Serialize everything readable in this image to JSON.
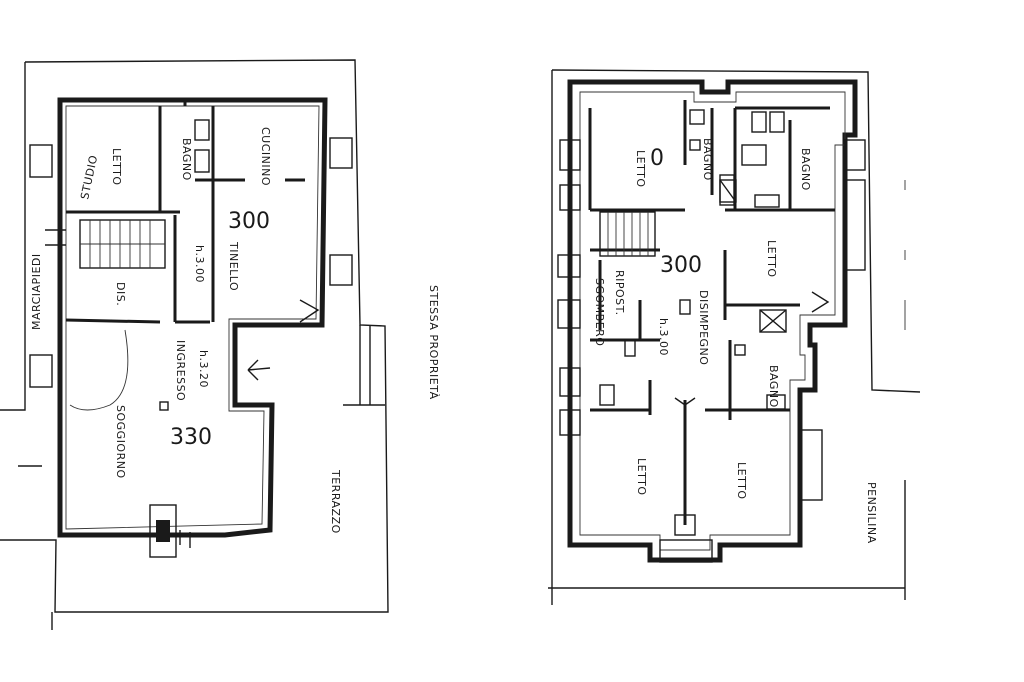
{
  "left_plan": {
    "rooms": {
      "studio": "STUDIO",
      "letto": "LETTO",
      "bagno": "BAGNO",
      "cucinino": "CUCININO",
      "tinello": "TINELLO",
      "ceiling_top": "h.3.00",
      "dis": "DIS.",
      "soggiorno": "SOGGIORNO",
      "ingresso": "INGRESSO",
      "ceiling_entry": "h.3.20",
      "terrazzo": "TERRAZZO"
    },
    "area_300": "300",
    "area_330": "330",
    "street": "MARCIAPIEDI"
  },
  "middle_note": "STESSA PROPRIETÀ",
  "right_plan": {
    "rooms": {
      "letto_tl": "LETTO",
      "bagno_top": "BAGNO",
      "bagno_right": "BAGNO",
      "letto_right": "LETTO",
      "sgombero": "SGOMBERO",
      "ripostiglio": "RIPOST.",
      "disimpegno": "DISIMPEGNO",
      "ceiling": "h.3.00",
      "bagno_small": "BAGNO",
      "letto_bl": "LETTO",
      "letto_br": "LETTO",
      "pensilina": "PENSILINA"
    },
    "area_300": "300"
  }
}
